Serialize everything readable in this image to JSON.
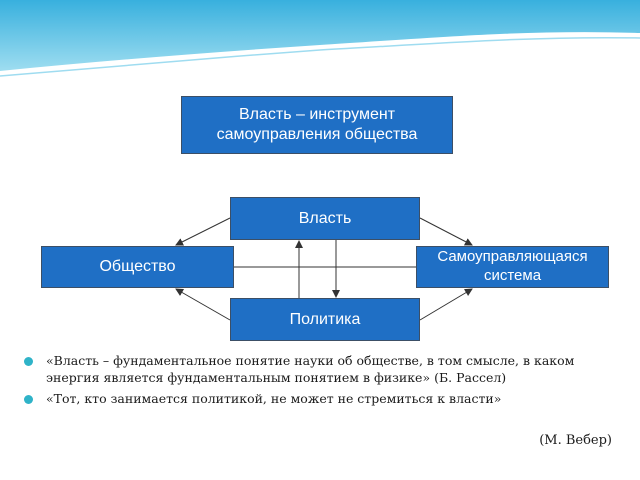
{
  "diagram": {
    "title_box": "Власть – инструмент\nсамоуправления общества",
    "power": "Власть",
    "society": "Общество",
    "system": "Самоуправляющаяся\nсистема",
    "politics": "Политика"
  },
  "quotes": [
    "«Власть – фундаментальное понятие науки об обществе, в том смысле, в каком энергия является фундаментальным понятием в физике» (Б. Рассел)",
    "«Тот, кто занимается политикой, не может не стремиться к власти»"
  ],
  "author": "(М. Вебер)",
  "colors": {
    "box_fill": "#1f6fc5",
    "bullet": "#2fb3c8",
    "wave": "#1aa3d6"
  }
}
